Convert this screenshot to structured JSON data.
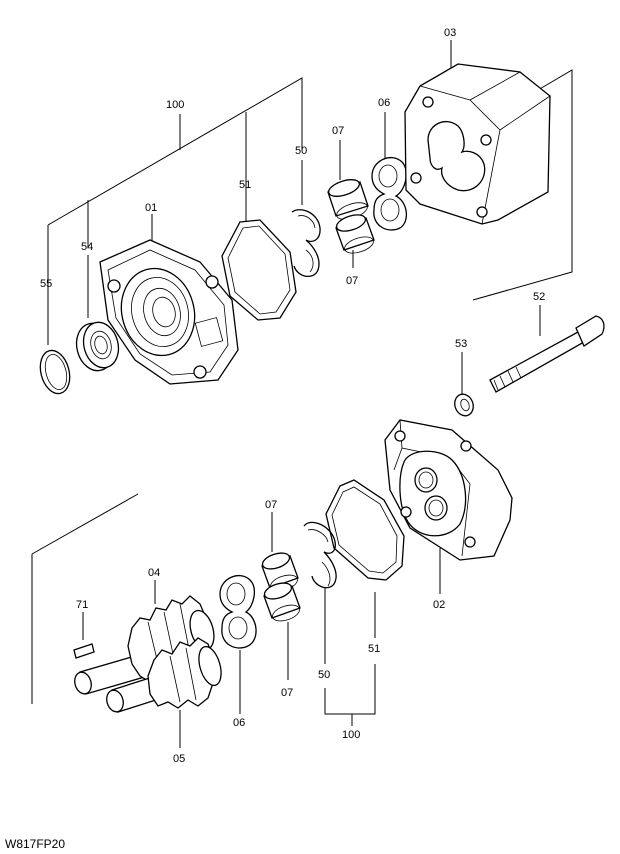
{
  "drawing_code": "W817FP20",
  "labels": {
    "upper_100": "100",
    "upper_50": "50",
    "upper_51": "51",
    "upper_01": "01",
    "upper_54": "54",
    "upper_55": "55",
    "upper_07a": "07",
    "upper_07b": "07",
    "upper_06": "06",
    "upper_03": "03",
    "part_52": "52",
    "part_53": "53",
    "part_02": "02",
    "lower_07a": "07",
    "lower_07b": "07",
    "lower_04": "04",
    "lower_71": "71",
    "lower_06": "06",
    "lower_05": "05",
    "lower_50": "50",
    "lower_51": "51",
    "lower_100": "100"
  }
}
